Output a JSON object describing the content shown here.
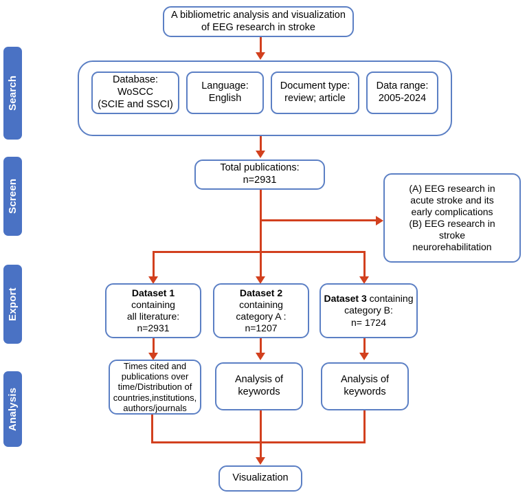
{
  "figure": {
    "title": "A bibliometric analysis and visualization of EEG research in stroke",
    "accent_box_border": "#5b7fc4",
    "accent_tab_fill": "#4a72c4",
    "connector_color": "#d2401e"
  },
  "stages": [
    {
      "label": "Search"
    },
    {
      "label": "Screen"
    },
    {
      "label": "Export"
    },
    {
      "label": "Analysis"
    }
  ],
  "title_box": {
    "line1": "A bibliometric analysis and visualization",
    "line2": "of EEG research in stroke"
  },
  "search_criteria": [
    {
      "name": "database",
      "line1": "Database:",
      "line2": "WoSCC",
      "line3": "(SCIE and SSCI)"
    },
    {
      "name": "language",
      "line1": "Language:",
      "line2": "English",
      "line3": ""
    },
    {
      "name": "document-type",
      "line1": "Document type:",
      "line2": "review; article",
      "line3": ""
    },
    {
      "name": "data-range",
      "line1": "Data range:",
      "line2": "2005-2024",
      "line3": ""
    }
  ],
  "screen": {
    "total_publications": {
      "line1": "Total publications:",
      "line2": "n=2931"
    },
    "categories": {
      "line1": "(A) EEG research in",
      "line2": "acute stroke and its",
      "line3": "early complications",
      "line4": "(B) EEG research in",
      "line5": "stroke",
      "line6": "neurorehabilitation"
    }
  },
  "datasets": [
    {
      "name": "dataset-1",
      "bold": "Dataset 1",
      "rest": " containing",
      "line2": "all literature:",
      "line3": "n=2931"
    },
    {
      "name": "dataset-2",
      "bold": "Dataset 2",
      "rest": " containing",
      "line2": "category A :",
      "line3": "n=1207"
    },
    {
      "name": "dataset-3",
      "bold": "Dataset 3",
      "rest": " containing",
      "line2": "category B:",
      "line3": "n= 1724"
    }
  ],
  "analyses": [
    {
      "name": "analysis-1",
      "line1": "Times cited and",
      "line2": "publications over",
      "line3": "time/Distribution of",
      "line4": "countries,institutions,",
      "line5": "authors/journals"
    },
    {
      "name": "analysis-2",
      "line1": "Analysis of",
      "line2": "keywords",
      "line3": "",
      "line4": "",
      "line5": ""
    },
    {
      "name": "analysis-3",
      "line1": "Analysis of",
      "line2": "keywords",
      "line3": "",
      "line4": "",
      "line5": ""
    }
  ],
  "output": {
    "visualization": "Visualization"
  }
}
